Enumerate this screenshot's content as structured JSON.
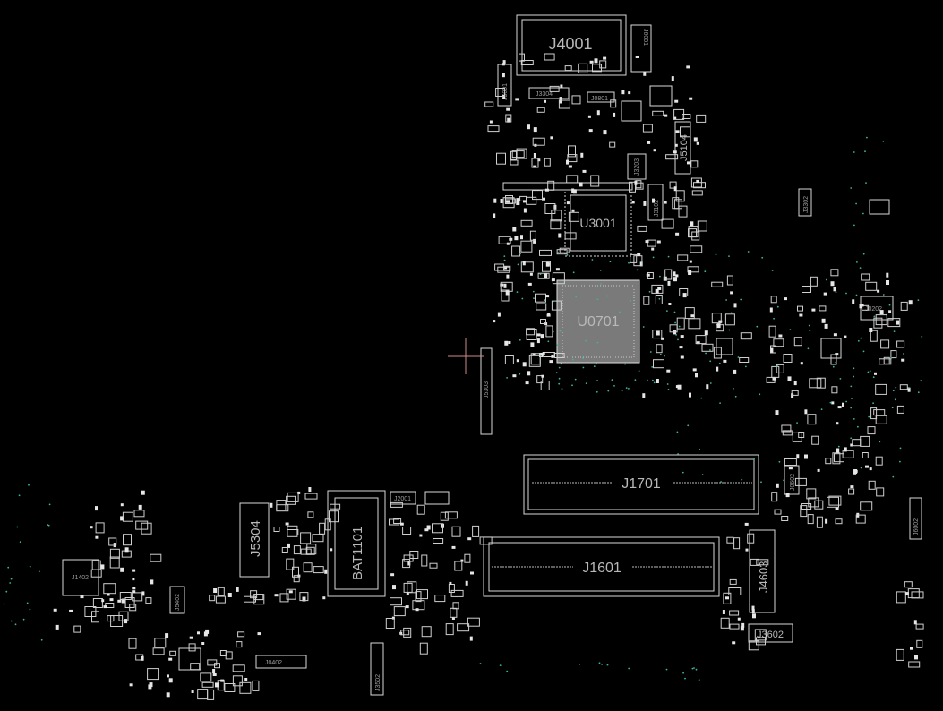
{
  "board": {
    "background": "#000000",
    "outline_color": "#d8d8d8",
    "label_color": "#b8b8b8",
    "via_color": "#3fb3a0",
    "cursor_color": "#d08a8a"
  },
  "labels": {
    "j4001": "J4001",
    "u3001": "U3001",
    "u0701": "U0701",
    "j1701": "J1701",
    "j1601": "J1601",
    "j5304": "J5304",
    "bat1101": "BAT1101",
    "j3602": "J3602",
    "j4603": "J4603",
    "j5104": "J5104",
    "j0202": "J0202",
    "j1402": "J1402",
    "j3302": "J3302",
    "j3203": "J3203",
    "j3102": "J3102",
    "j2001": "J2001",
    "j3304": "J3304",
    "j5001": "J5001",
    "j6001": "J6001",
    "j0402": "J0402",
    "j5303": "J5303",
    "j5402": "J5402",
    "j6002": "J6002",
    "j3502": "J3502",
    "j0801": "J0801",
    "j0602": "J0602"
  }
}
